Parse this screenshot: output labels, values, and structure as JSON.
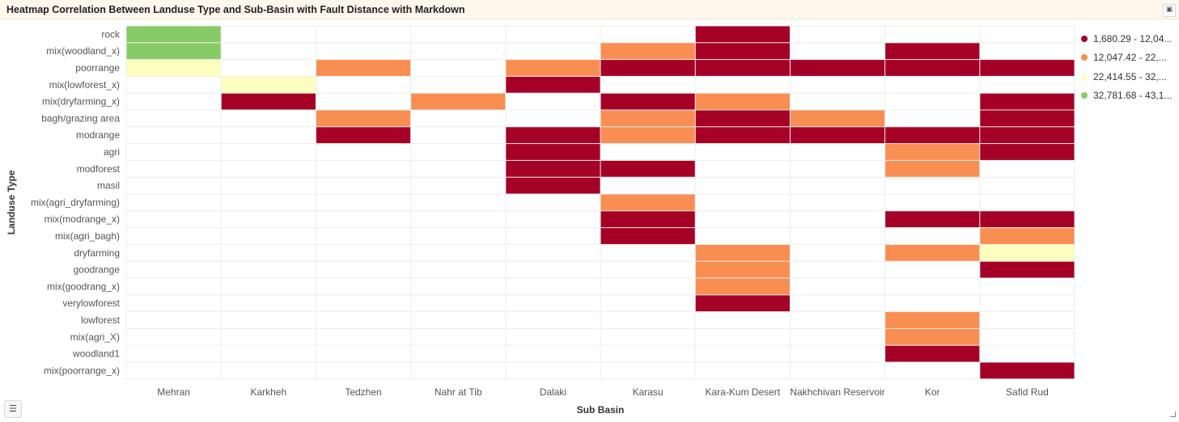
{
  "title": "Heatmap Correlation Between Landuse Type and Sub-Basin with Fault Distance with Markdown",
  "icons": {
    "focus": "focus-mode-icon",
    "table": "table-view-icon",
    "resize": "resize-handle-icon"
  },
  "legend": [
    {
      "label": "1,680.29 - 12,04...",
      "color": "#a50026"
    },
    {
      "label": "12,047.42 - 22,...",
      "color": "#f98e52"
    },
    {
      "label": "22,414.55 - 32,...",
      "color": "#feffbe"
    },
    {
      "label": "32,781.68 - 43,1...",
      "color": "#86cb66"
    }
  ],
  "chart_data": {
    "type": "heatmap",
    "title": "Heatmap Correlation Between Landuse Type and Sub-Basin with Fault Distance with Markdown",
    "xlabel": "Sub Basin",
    "ylabel": "Landuse Type",
    "x_categories": [
      "Mehran",
      "Karkheh",
      "Tedzhen",
      "Nahr at Tib",
      "Dalaki",
      "Karasu",
      "Kara-Kum Desert",
      "Nakhchivan Reservoir",
      "Kor",
      "Safid Rud"
    ],
    "y_categories": [
      "rock",
      "mix(woodland_x)",
      "poorrange",
      "mix(lowforest_x)",
      "mix(dryfarming_x)",
      "bagh/grazing area",
      "modrange",
      "agri",
      "modforest",
      "masil",
      "mix(agri_dryfarming)",
      "mix(modrange_x)",
      "mix(agri_bagh)",
      "dryfarming",
      "goodrange",
      "mix(goodrang_x)",
      "verylowforest",
      "lowforest",
      "mix(agri_X)",
      "woodland1",
      "mix(poorrange_x)"
    ],
    "bins": [
      "1,680.29 - 12,04...",
      "12,047.42 - 22,...",
      "22,414.55 - 32,...",
      "32,781.68 - 43,1..."
    ],
    "cells": [
      [
        "Mehran",
        "rock",
        3
      ],
      [
        "Kara-Kum Desert",
        "rock",
        0
      ],
      [
        "Mehran",
        "mix(woodland_x)",
        3
      ],
      [
        "Karasu",
        "mix(woodland_x)",
        1
      ],
      [
        "Kara-Kum Desert",
        "mix(woodland_x)",
        0
      ],
      [
        "Kor",
        "mix(woodland_x)",
        0
      ],
      [
        "Mehran",
        "poorrange",
        2
      ],
      [
        "Tedzhen",
        "poorrange",
        1
      ],
      [
        "Dalaki",
        "poorrange",
        1
      ],
      [
        "Karasu",
        "poorrange",
        0
      ],
      [
        "Kara-Kum Desert",
        "poorrange",
        0
      ],
      [
        "Nakhchivan Reservoir",
        "poorrange",
        0
      ],
      [
        "Kor",
        "poorrange",
        0
      ],
      [
        "Safid Rud",
        "poorrange",
        0
      ],
      [
        "Karkheh",
        "mix(lowforest_x)",
        2
      ],
      [
        "Dalaki",
        "mix(lowforest_x)",
        0
      ],
      [
        "Karkheh",
        "mix(dryfarming_x)",
        0
      ],
      [
        "Nahr at Tib",
        "mix(dryfarming_x)",
        1
      ],
      [
        "Karasu",
        "mix(dryfarming_x)",
        0
      ],
      [
        "Kara-Kum Desert",
        "mix(dryfarming_x)",
        1
      ],
      [
        "Safid Rud",
        "mix(dryfarming_x)",
        0
      ],
      [
        "Tedzhen",
        "bagh/grazing area",
        1
      ],
      [
        "Karasu",
        "bagh/grazing area",
        1
      ],
      [
        "Kara-Kum Desert",
        "bagh/grazing area",
        0
      ],
      [
        "Nakhchivan Reservoir",
        "bagh/grazing area",
        1
      ],
      [
        "Safid Rud",
        "bagh/grazing area",
        0
      ],
      [
        "Tedzhen",
        "modrange",
        0
      ],
      [
        "Dalaki",
        "modrange",
        0
      ],
      [
        "Karasu",
        "modrange",
        1
      ],
      [
        "Kara-Kum Desert",
        "modrange",
        0
      ],
      [
        "Nakhchivan Reservoir",
        "modrange",
        0
      ],
      [
        "Kor",
        "modrange",
        0
      ],
      [
        "Safid Rud",
        "modrange",
        0
      ],
      [
        "Dalaki",
        "agri",
        0
      ],
      [
        "Kor",
        "agri",
        1
      ],
      [
        "Safid Rud",
        "agri",
        0
      ],
      [
        "Dalaki",
        "modforest",
        0
      ],
      [
        "Karasu",
        "modforest",
        0
      ],
      [
        "Kor",
        "modforest",
        1
      ],
      [
        "Dalaki",
        "masil",
        0
      ],
      [
        "Karasu",
        "mix(agri_dryfarming)",
        1
      ],
      [
        "Karasu",
        "mix(modrange_x)",
        0
      ],
      [
        "Kor",
        "mix(modrange_x)",
        0
      ],
      [
        "Safid Rud",
        "mix(modrange_x)",
        0
      ],
      [
        "Karasu",
        "mix(agri_bagh)",
        0
      ],
      [
        "Safid Rud",
        "mix(agri_bagh)",
        1
      ],
      [
        "Kara-Kum Desert",
        "dryfarming",
        1
      ],
      [
        "Kor",
        "dryfarming",
        1
      ],
      [
        "Safid Rud",
        "dryfarming",
        2
      ],
      [
        "Kara-Kum Desert",
        "goodrange",
        1
      ],
      [
        "Safid Rud",
        "goodrange",
        0
      ],
      [
        "Kara-Kum Desert",
        "mix(goodrang_x)",
        1
      ],
      [
        "Kara-Kum Desert",
        "verylowforest",
        0
      ],
      [
        "Kor",
        "lowforest",
        1
      ],
      [
        "Kor",
        "mix(agri_X)",
        1
      ],
      [
        "Kor",
        "woodland1",
        0
      ],
      [
        "Safid Rud",
        "mix(poorrange_x)",
        0
      ]
    ],
    "bin_colors": [
      "#a50026",
      "#f98e52",
      "#feffbe",
      "#86cb66"
    ],
    "legend_position": "right",
    "grid": true
  }
}
